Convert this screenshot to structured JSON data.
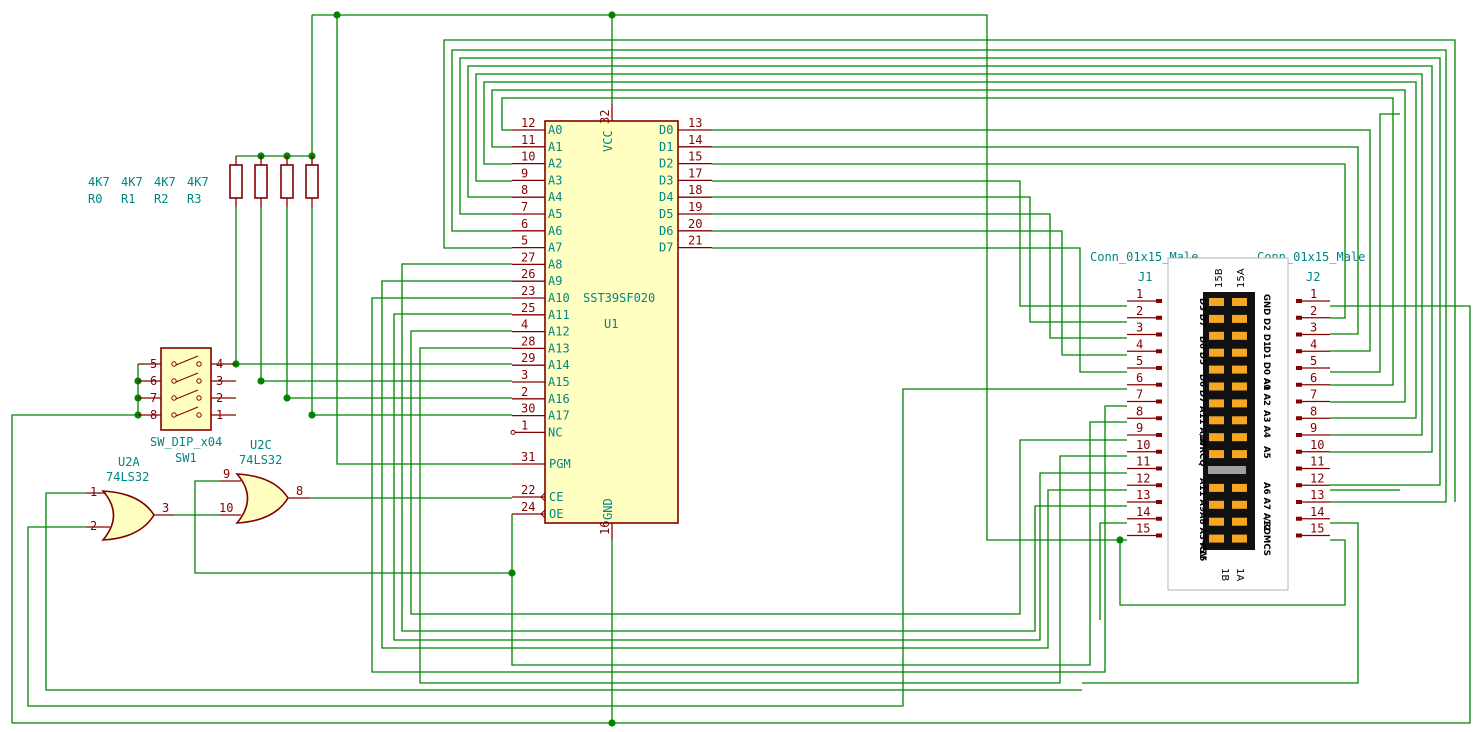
{
  "colors": {
    "wire": "#008400",
    "component": "#840000",
    "chip_fill": "#ffffc2",
    "label": "#008484",
    "pad": "#f5a623"
  },
  "u1": {
    "part": "SST39SF020",
    "ref": "U1",
    "left_pins": [
      {
        "name": "A0",
        "num": "12"
      },
      {
        "name": "A1",
        "num": "11"
      },
      {
        "name": "A2",
        "num": "10"
      },
      {
        "name": "A3",
        "num": "9"
      },
      {
        "name": "A4",
        "num": "8"
      },
      {
        "name": "A5",
        "num": "7"
      },
      {
        "name": "A6",
        "num": "6"
      },
      {
        "name": "A7",
        "num": "5"
      },
      {
        "name": "A8",
        "num": "27"
      },
      {
        "name": "A9",
        "num": "26"
      },
      {
        "name": "A10",
        "num": "23"
      },
      {
        "name": "A11",
        "num": "25"
      },
      {
        "name": "A12",
        "num": "4"
      },
      {
        "name": "A13",
        "num": "28"
      },
      {
        "name": "A14",
        "num": "29"
      },
      {
        "name": "A15",
        "num": "3"
      },
      {
        "name": "A16",
        "num": "2"
      },
      {
        "name": "A17",
        "num": "30"
      },
      {
        "name": "NC",
        "num": "1"
      }
    ],
    "right_pins": [
      {
        "name": "D0",
        "num": "13"
      },
      {
        "name": "D1",
        "num": "14"
      },
      {
        "name": "D2",
        "num": "15"
      },
      {
        "name": "D3",
        "num": "17"
      },
      {
        "name": "D4",
        "num": "18"
      },
      {
        "name": "D5",
        "num": "19"
      },
      {
        "name": "D6",
        "num": "20"
      },
      {
        "name": "D7",
        "num": "21"
      }
    ],
    "ctrl_pins": [
      {
        "name": "PGM",
        "num": "31"
      },
      {
        "name": "CE",
        "num": "22"
      },
      {
        "name": "OE",
        "num": "24"
      }
    ],
    "vcc": {
      "name": "VCC",
      "num": "32"
    },
    "gnd": {
      "name": "GND",
      "num": "16"
    }
  },
  "resistors": [
    {
      "value": "4K7",
      "ref": "R0"
    },
    {
      "value": "4K7",
      "ref": "R1"
    },
    {
      "value": "4K7",
      "ref": "R2"
    },
    {
      "value": "4K7",
      "ref": "R3"
    }
  ],
  "sw1": {
    "part": "SW_DIP_x04",
    "ref": "SW1",
    "left_nums": [
      "5",
      "6",
      "7",
      "8"
    ],
    "right_nums": [
      "4",
      "3",
      "2",
      "1"
    ]
  },
  "u2a": {
    "ref": "U2A",
    "part": "74LS32",
    "in1": "1",
    "in2": "2",
    "out": "3"
  },
  "u2c": {
    "ref": "U2C",
    "part": "74LS32",
    "in1": "9",
    "in2": "10",
    "out": "8"
  },
  "j1": {
    "name": "Conn_01x15_Male",
    "ref": "J1",
    "pins": [
      "1",
      "2",
      "3",
      "4",
      "5",
      "6",
      "7",
      "8",
      "9",
      "10",
      "11",
      "12",
      "13",
      "14",
      "15"
    ]
  },
  "j2": {
    "name": "Conn_01x15_Male",
    "ref": "J2",
    "pins": [
      "1",
      "2",
      "3",
      "4",
      "5",
      "6",
      "7",
      "8",
      "9",
      "10",
      "11",
      "12",
      "13",
      "14",
      "15"
    ]
  },
  "cart": {
    "top_b": "15B",
    "top_a": "15A",
    "bot_b": "1B",
    "bot_a": "1A",
    "b_labels": [
      "D3 D7",
      "D6 D5",
      "D6 D7",
      "A11 A10",
      "/WRCQ",
      "A11 A9",
      "A8 A3 A15",
      "+5V"
    ],
    "a_labels": [
      "GND",
      "D2 D1",
      "D1 D0 A0",
      "A1 A2",
      "A3 A4",
      "A5",
      "A6 A7 A12",
      "/ROMCS"
    ]
  }
}
